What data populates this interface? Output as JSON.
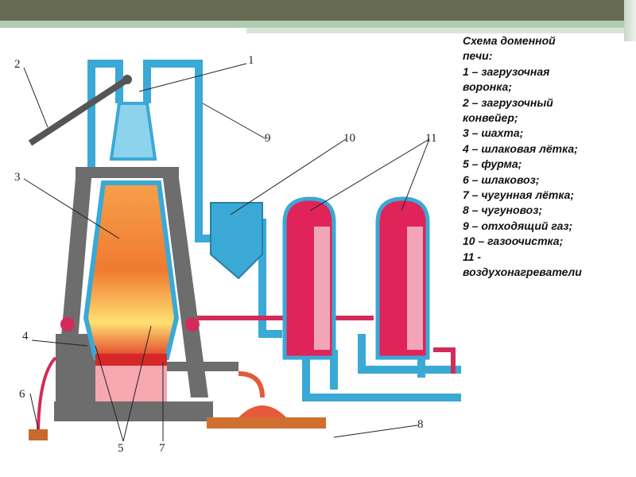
{
  "caption": {
    "title_line1": "Схема доменной",
    "title_line2": "печи:",
    "lines": [
      "1 – загрузочная",
      "воронка;",
      "2 – загрузочный",
      "конвейер;",
      "3 – шахта;",
      "4 – шлаковая лётка;",
      "5 – фурма;",
      "6 – шлаковоз;",
      "7 – чугунная лётка;",
      "8 – чугуновоз;",
      "9 – отходящий газ;",
      "10 – газоочистка;",
      "11 -",
      "воздухонагреватели"
    ]
  },
  "labels": [
    "1",
    "2",
    "3",
    "4",
    "5",
    "6",
    "7",
    "8",
    "9",
    "10",
    "11"
  ],
  "colors": {
    "header": "#676a52",
    "accent": "#b0cdb3",
    "pipe_blue": "#3aa9d6",
    "steel": "#6d6d6d",
    "heater": "#e0245a"
  }
}
